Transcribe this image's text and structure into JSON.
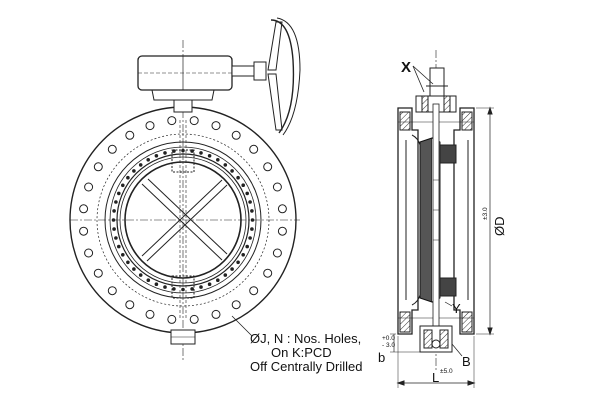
{
  "labels": {
    "holes_line1": "ØJ, N :  Nos. Holes,",
    "holes_line2": "On K:PCD",
    "holes_line3": "Off Centrally Drilled",
    "x_marker": "X",
    "od": "ØD",
    "tol_od": "±3.0",
    "tol_b_plus": "+0.0",
    "tol_b_minus": "- 3.0",
    "b": "b",
    "l": "L",
    "tol_l": "±5.0",
    "y_marker": "Y",
    "b_marker": "B"
  }
}
